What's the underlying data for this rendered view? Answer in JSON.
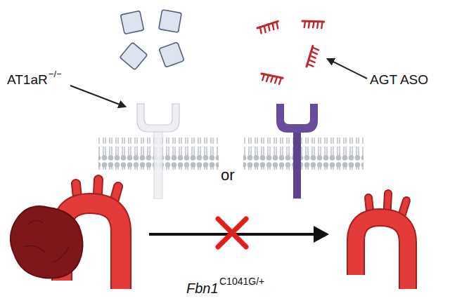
{
  "diagram": {
    "labels": [
      "AT1aR",
      "−/−",
      "AGT ASO",
      "or",
      "Fbn1",
      "C1041G/+"
    ]
  }
}
